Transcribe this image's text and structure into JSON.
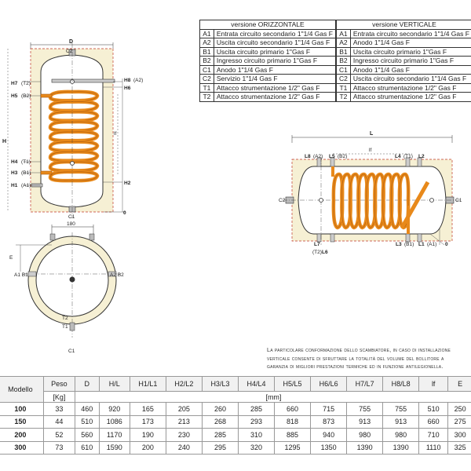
{
  "tables": {
    "horizontal": {
      "title": "versione ORIZZONTALE",
      "rows": [
        {
          "code": "A1",
          "desc": "Entrata circuito secondario 1\"1/4 Gas F"
        },
        {
          "code": "A2",
          "desc": "Uscita circuito secondario 1\"1/4 Gas F"
        },
        {
          "code": "B1",
          "desc": "Uscita circuito primario 1\"Gas F"
        },
        {
          "code": "B2",
          "desc": "Ingresso circuito primario 1\"Gas F"
        },
        {
          "code": "C1",
          "desc": "Anodo 1\"1/4 Gas F"
        },
        {
          "code": "C2",
          "desc": "Servizio 1\"1/4 Gas F"
        },
        {
          "code": "T1",
          "desc": "Attacco strumentazione  1/2\" Gas F"
        },
        {
          "code": "T2",
          "desc": "Attacco strumentazione  1/2\" Gas F"
        }
      ]
    },
    "vertical": {
      "title": "versione VERTICALE",
      "rows": [
        {
          "code": "A1",
          "desc": "Entrata circuito secondario 1\"1/4 Gas F"
        },
        {
          "code": "A2",
          "desc": "Anodo 1\"1/4 Gas F"
        },
        {
          "code": "B1",
          "desc": "Uscita circuito primario 1\"Gas F"
        },
        {
          "code": "B2",
          "desc": "Ingresso circuito primario 1\"Gas F"
        },
        {
          "code": "C1",
          "desc": "Anodo 1\"1/4 Gas F"
        },
        {
          "code": "C2",
          "desc": "Uscita circuito secondario 1\"1/4 Gas F"
        },
        {
          "code": "T1",
          "desc": "Attacco strumentazione  1/2\" Gas F"
        },
        {
          "code": "T2",
          "desc": "Attacco strumentazione  1/2\" Gas F"
        }
      ]
    }
  },
  "labels": {
    "vertical_view": {
      "d": "D",
      "c2": "C2",
      "h": "H",
      "h7": "H7",
      "t2": "(T2)",
      "h5": "H5",
      "b2": "(B2)",
      "h4": "H4",
      "t1": "(T1)",
      "h3": "H3",
      "b1": "(B1)",
      "h1": "H1",
      "a1": "(A1)",
      "h8": "H8",
      "a2": "(A2)",
      "h6": "H6",
      "h2": "H2",
      "lf": "lf",
      "c1": "C1",
      "zero": "0"
    },
    "plan_view": {
      "dim180": "180",
      "e": "E",
      "a1b1": "A1 B1",
      "a2b2": "A2 B2",
      "t2": "T2",
      "t1": "T1",
      "c1": "C1"
    },
    "horizontal_view": {
      "l": "L",
      "lf": "lf",
      "l8": "L8",
      "a2": "(A2)",
      "l5": "L5",
      "b2": "(B2)",
      "l4": "L4",
      "t1": "(T1)",
      "l2": "L2",
      "c2": "C2",
      "c1": "C1",
      "l7": "L7",
      "t2": "(T2)",
      "l6": "L6",
      "l3": "L3",
      "b1": "(B1)",
      "l1": "L1",
      "a1": "(A1)",
      "zero": "0"
    }
  },
  "note": "La particolare conformazione dello scambiatore, in caso di installazione verticale consente di sfruttare la totalità del volume del bollitore a garanzia di migliori prestazioni termiche ed in funzione antilegionella.",
  "dimension_table": {
    "headers": [
      "Modello",
      "Peso",
      "D",
      "H/L",
      "H1/L1",
      "H2/L2",
      "H3/L3",
      "H4/L4",
      "H5/L5",
      "H6/L6",
      "H7/L7",
      "H8/L8",
      "lf",
      "E"
    ],
    "units": [
      "",
      "[Kg]",
      "[mm]"
    ],
    "rows": [
      [
        "100",
        "33",
        "460",
        "920",
        "165",
        "205",
        "260",
        "285",
        "660",
        "715",
        "755",
        "755",
        "510",
        "250"
      ],
      [
        "150",
        "44",
        "510",
        "1086",
        "173",
        "213",
        "268",
        "293",
        "818",
        "873",
        "913",
        "913",
        "660",
        "275"
      ],
      [
        "200",
        "52",
        "560",
        "1170",
        "190",
        "230",
        "285",
        "310",
        "885",
        "940",
        "980",
        "980",
        "710",
        "300"
      ],
      [
        "300",
        "73",
        "610",
        "1590",
        "200",
        "240",
        "295",
        "320",
        "1295",
        "1350",
        "1390",
        "1390",
        "1110",
        "325"
      ]
    ]
  },
  "colors": {
    "coil": "#e8891a",
    "coil_dark": "#a8560a",
    "insulation": "#f6f0d4",
    "dash": "#c0392b",
    "outline": "#333333"
  }
}
